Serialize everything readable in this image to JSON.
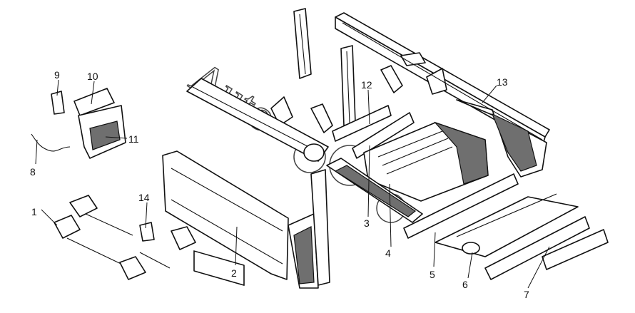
{
  "diagram": {
    "watermark": "Auto",
    "callouts": [
      "1",
      "2",
      "3",
      "4",
      "5",
      "6",
      "7",
      "8",
      "9",
      "10",
      "11",
      "12",
      "13",
      "14"
    ]
  }
}
